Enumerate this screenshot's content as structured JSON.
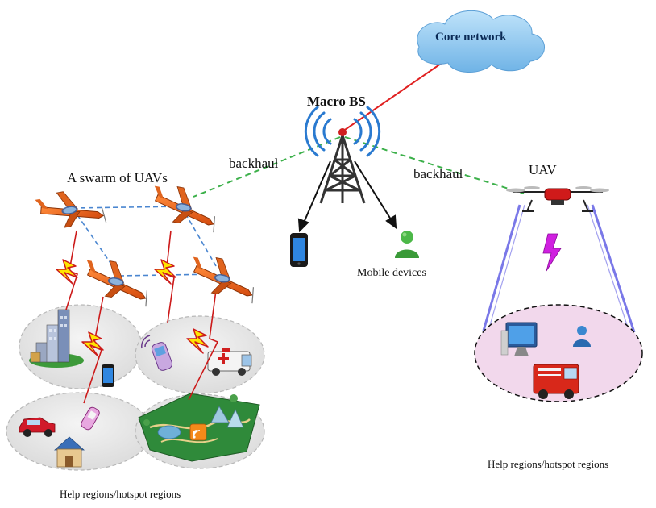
{
  "labels": {
    "core_network": "Core network",
    "macro_bs": "Macro BS",
    "backhaul_left": "backhaul",
    "backhaul_right": "backhaul",
    "swarm": "A swarm of UAVs",
    "uav": "UAV",
    "mobile_devices": "Mobile devices",
    "help_regions_right": "Help regions/hotspot regions",
    "help_regions_left": "Help regions/hotspot regions"
  },
  "colors": {
    "core_link": "#e02020",
    "backhaul": "#3cb04a",
    "swarm_link": "#4a86d0",
    "lightning_fill": "#ffe600",
    "lightning_stroke": "#cc1a1a",
    "uav_beam": "#7a78e8",
    "uav_region": "#f2d8ec",
    "uav_bolt": "#d020e0",
    "cloud": "#8fc9ee",
    "region": "#e6e6e6"
  },
  "icons": {
    "cloud": "cloud-icon",
    "tower": "tower-icon",
    "phone": "smartphone-icon",
    "person": "user-icon",
    "airplane": "airplane-icon",
    "drone": "drone-icon",
    "pc": "computer-icon",
    "firetruck": "firetruck-icon",
    "ambulance": "ambulance-icon",
    "car": "car-icon",
    "house": "house-icon",
    "city": "city-icon",
    "park": "park-map-icon"
  }
}
